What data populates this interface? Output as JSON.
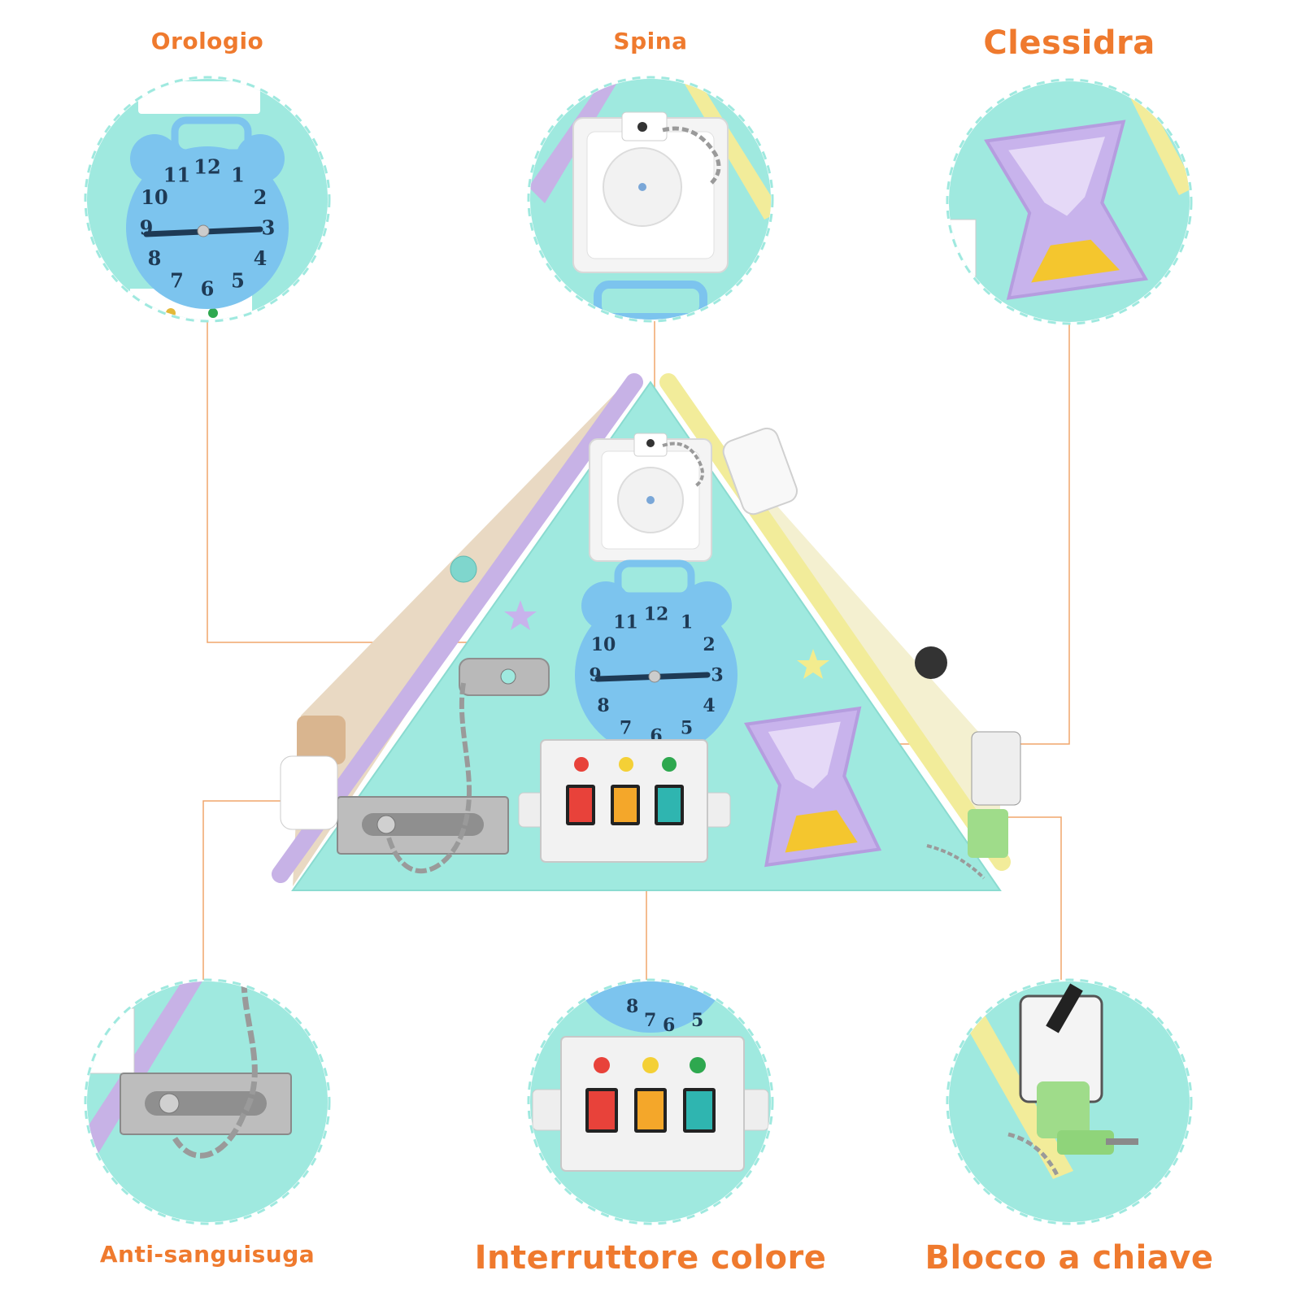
{
  "labels": {
    "orologio": "Orologio",
    "spina": "Spina",
    "clessidra": "Clessidra",
    "anti": "Anti-sanguisuga",
    "interruttore": "Interruttore colore",
    "blocco": "Blocco a chiave"
  },
  "clock_numbers": [
    "12",
    "1",
    "2",
    "3",
    "4",
    "5",
    "6",
    "7",
    "8",
    "9",
    "10",
    "11"
  ],
  "colors": {
    "label": "#ef7a2e",
    "board": "#9fe9df",
    "clock": "#7cc4ee",
    "hourglass": "#c8b3ec",
    "sand": "#f4c62e",
    "purple_edge": "#c7b2e6",
    "yellow_edge": "#f2ec9a",
    "switch_red": "#e8423a",
    "switch_orange": "#f4a72a",
    "switch_teal": "#2fb5b0",
    "connector": "#f0a56b"
  }
}
